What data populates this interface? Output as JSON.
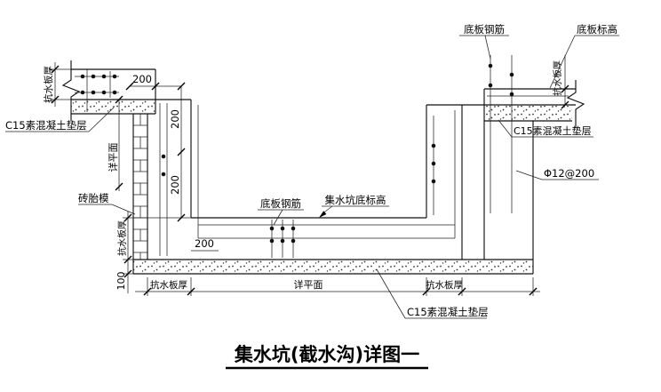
{
  "drawing": {
    "title": "集水坑(截水沟)详图一",
    "callouts": {
      "c15_cushion_left": "C15素混凝土垫层",
      "c15_cushion_right": "C15素混凝土垫层",
      "c15_cushion_bottom": "C15素混凝土垫层",
      "brick_mold": "砖胎模",
      "bottom_slab_rebar_top": "底板钢筋",
      "bottom_slab_rebar_mid": "底板钢筋",
      "bottom_slab_elevation": "底板标高",
      "pit_bottom_elevation": "集水坑底标高",
      "rebar_spec": "Φ12@200"
    },
    "dims": {
      "thk_top_left": "抗水板厚",
      "thk_left": "抗水板厚",
      "thk_right": "抗水板厚",
      "thk_bottom_left": "抗水板厚",
      "thk_bottom_right": "抗水板厚",
      "see_plan_left": "详平面",
      "see_plan_bottom": "详平面",
      "d200_top": "200",
      "d200_upper": "200",
      "d200_lower": "200",
      "d200_floor": "200",
      "d100": "100"
    }
  }
}
